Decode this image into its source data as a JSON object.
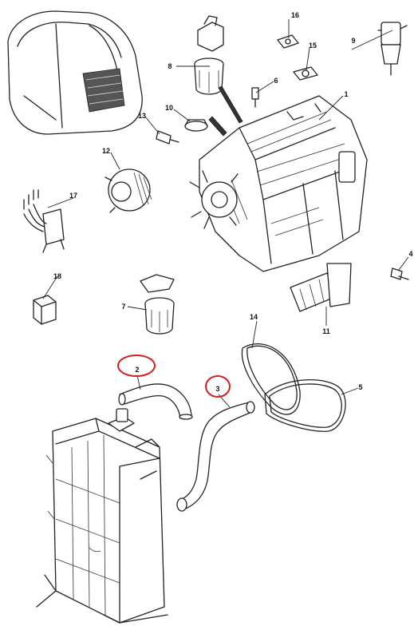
{
  "callouts": {
    "c1": "1",
    "c2": "2",
    "c3": "3",
    "c4": "4",
    "c5": "5",
    "c6": "6",
    "c7": "7",
    "c8": "8",
    "c9": "9",
    "c10": "10",
    "c11": "11",
    "c12": "12",
    "c13": "13",
    "c14": "14",
    "c15": "15",
    "c16": "16",
    "c17": "17",
    "c18": "18"
  },
  "highlight_color": "#d42020"
}
